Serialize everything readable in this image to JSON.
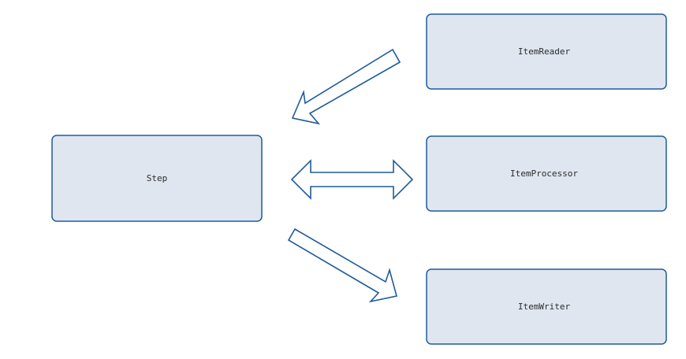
{
  "boxes": {
    "step": "Step",
    "item_reader": "ItemReader",
    "item_processor": "ItemProcessor",
    "item_writer": "ItemWriter"
  },
  "colors": {
    "box_fill": "#dfe6f0",
    "stroke": "#1f5b9a",
    "arrow_fill": "#ffffff",
    "text": "#2b2b2b"
  }
}
